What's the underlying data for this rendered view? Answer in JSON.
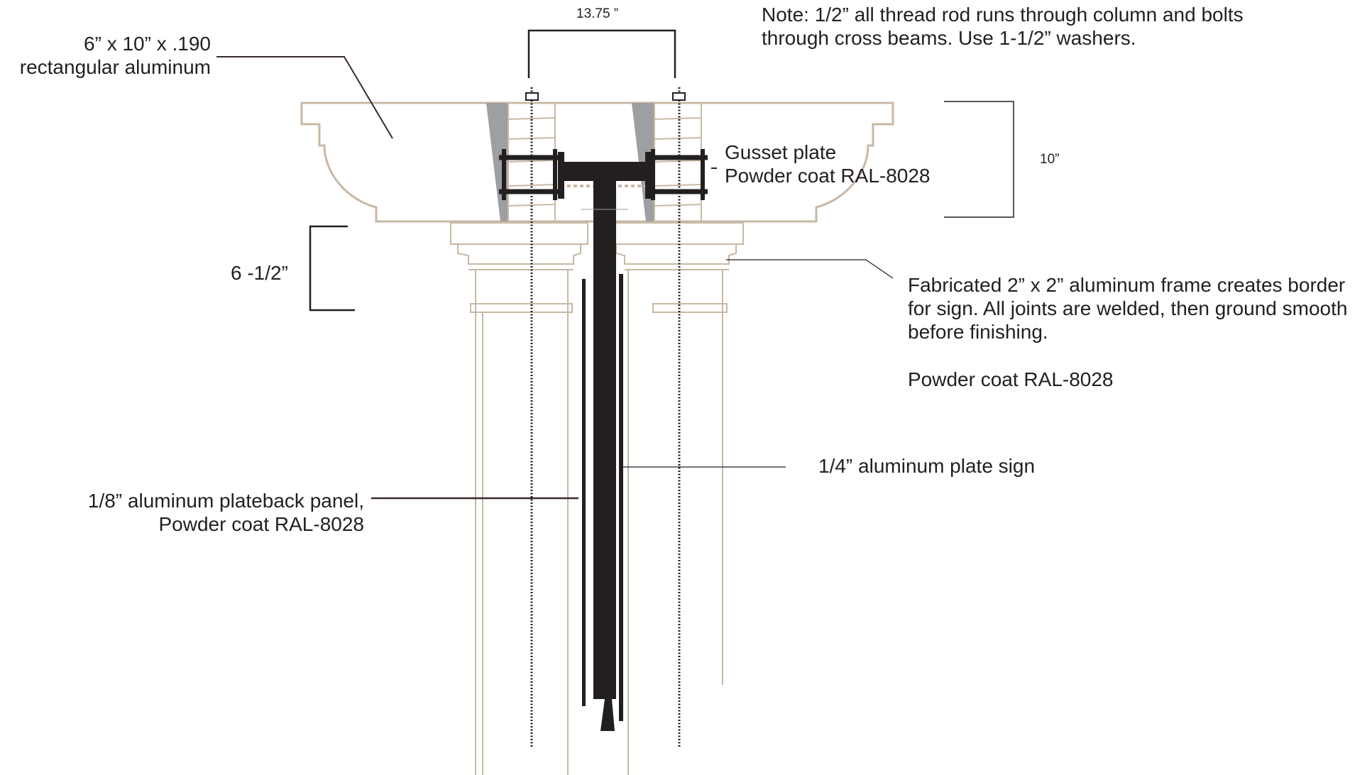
{
  "labels": {
    "dim_top": "13.75 ”",
    "note_line1": "Note: 1/2” all thread rod runs through column and bolts",
    "note_line2": "through cross beams. Use 1-1/2” washers.",
    "beam_line1": "6” x 10” x .190",
    "beam_line2": "rectangular aluminum",
    "gusset_line1": "Gusset plate",
    "gusset_line2": "Powder coat RAL-8028",
    "dim_right": "10”",
    "dim_left": "6 -1/2”",
    "frame_line1": "Fabricated 2” x 2” aluminum frame creates border",
    "frame_line2": "for sign. All joints are welded, then ground smooth",
    "frame_line3": "before finishing.",
    "frame_line4": "Powder coat RAL-8028",
    "sign_plate": "1/4”  aluminum plate sign",
    "back_line1": "1/8”  aluminum plateback panel,",
    "back_line2": "Powder coat RAL-8028"
  },
  "colors": {
    "outline_tan": "#c8b8a6",
    "ink_black": "#231f20",
    "gusset_gray": "#9d9fa2",
    "leader_line": "#3a2a2a",
    "hatch_tan": "#c9b9a4"
  }
}
